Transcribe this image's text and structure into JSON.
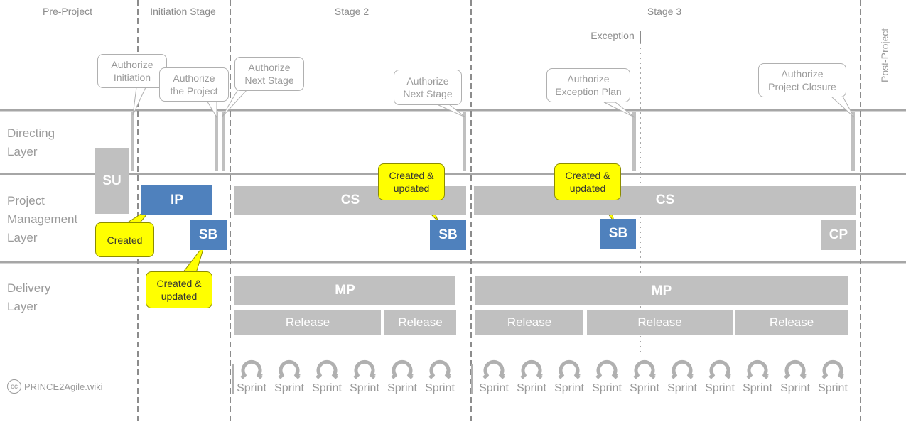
{
  "stages": {
    "pre_project": "Pre-Project",
    "initiation": "Initiation Stage",
    "stage2": "Stage 2",
    "stage3": "Stage 3",
    "post_project": "Post-Project",
    "exception": "Exception"
  },
  "layers": {
    "directing": "Directing\nLayer",
    "project_management": "Project\nManagement\nLayer",
    "delivery": "Delivery\nLayer"
  },
  "callouts": {
    "authorize_initiation": "Authorize\nInitiation",
    "authorize_project": "Authorize\nthe Project",
    "authorize_next_stage_1": "Authorize\nNext Stage",
    "authorize_next_stage_2": "Authorize\nNext Stage",
    "authorize_exception_plan": "Authorize\nException Plan",
    "authorize_closure": "Authorize\nProject Closure"
  },
  "notes": {
    "created": "Created",
    "created_updated_1": "Created &\nupdated",
    "created_updated_2": "Created &\nupdated",
    "created_updated_3": "Created &\nupdated"
  },
  "boxes": {
    "su": "SU",
    "ip": "IP",
    "sb1": "SB",
    "sb2": "SB",
    "sb3": "SB",
    "cs1": "CS",
    "cs2": "CS",
    "cp": "CP",
    "mp1": "MP",
    "mp2": "MP"
  },
  "releases": [
    "Release",
    "Release",
    "Release",
    "Release",
    "Release"
  ],
  "sprints": [
    "Sprint",
    "Sprint",
    "Sprint",
    "Sprint",
    "Sprint",
    "Sprint",
    "Sprint",
    "Sprint",
    "Sprint",
    "Sprint",
    "Sprint",
    "Sprint",
    "Sprint",
    "Sprint",
    "Sprint",
    "Sprint"
  ],
  "footer": {
    "cc": "cc",
    "brand": "PRINCE2Agile.wiki"
  },
  "colors": {
    "blue": "#4f81bd",
    "gray": "#c0c0c0",
    "yellow": "#ffff00"
  }
}
